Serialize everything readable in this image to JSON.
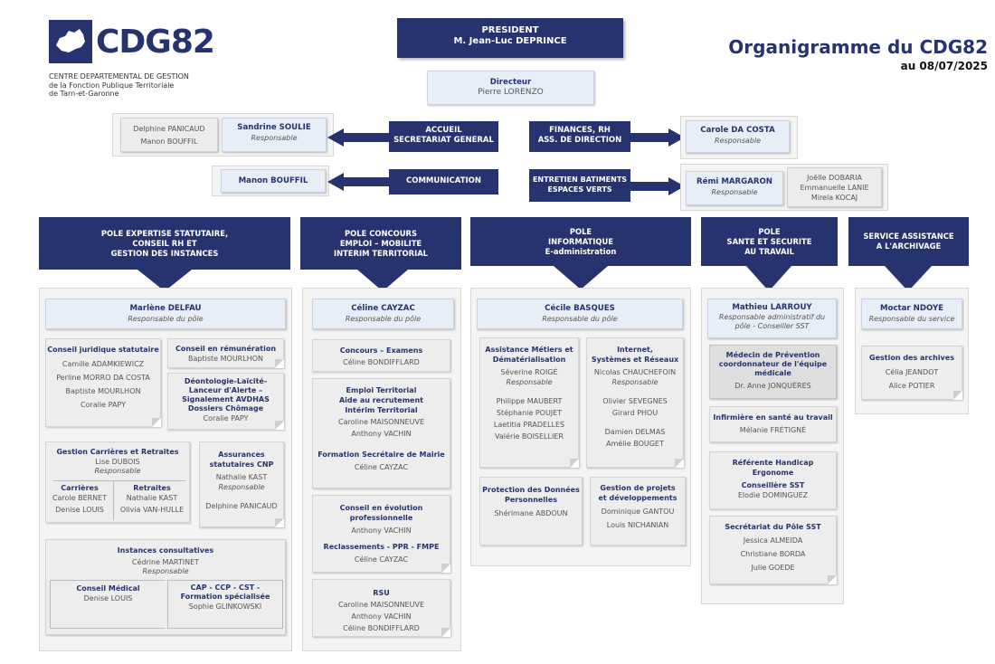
{
  "header": {
    "logo_text": "CDG82",
    "org_lines": [
      "CENTRE DEPARTEMENTAL DE GESTION",
      "de la Fonction Publique Territoriale",
      "de Tarn-et-Garonne"
    ],
    "title": "Organigramme du CDG82",
    "date": "au 08/07/2025"
  },
  "president": {
    "title": "PRESIDENT",
    "name": "M. Jean-Luc DEPRINCE"
  },
  "director": {
    "title": "Directeur",
    "name": "Pierre LORENZO"
  },
  "accueil": {
    "label_1": "ACCUEIL",
    "label_2": "SECRETARIAT GENERAL",
    "staff": [
      "Delphine PANICAUD",
      "Manon BOUFFIL"
    ],
    "lead_name": "Sandrine SOULIE",
    "lead_role": "Responsable"
  },
  "communication": {
    "label": "COMMUNICATION",
    "lead_name": "Manon BOUFFIL"
  },
  "finances": {
    "label_1": "FINANCES, RH",
    "label_2": "ASS. DE DIRECTION",
    "lead_name": "Carole DA COSTA",
    "lead_role": "Responsable"
  },
  "entretien": {
    "label_1": "ENTRETIEN BATIMENTS",
    "label_2": "ESPACES VERTS",
    "lead_name": "Rémi MARGARON",
    "lead_role": "Responsable",
    "staff": [
      "Joëlle DOBARIA",
      "Emmanuelle LANIE",
      "Mirela KOCAJ"
    ]
  },
  "poles": {
    "p1": {
      "header": [
        "POLE EXPERTISE STATUTAIRE,",
        "CONSEIL RH ET",
        "GESTION DES INSTANCES"
      ],
      "lead_name": "Marlène DELFAU",
      "lead_role": "Responsable du pôle",
      "conseil_juridique": {
        "title": "Conseil juridique statutaire",
        "staff": [
          "Camille ADAMKIEWICZ",
          "Perline MORRO DA COSTA",
          "Baptiste MOURLHON",
          "Coralie PAPY"
        ]
      },
      "remuneration": {
        "title": "Conseil en rémunération",
        "staff": [
          "Baptiste MOURLHON"
        ]
      },
      "deontologie": {
        "title_lines": [
          "Déontologie-Laïcité-",
          "Lanceur d'Alerte –",
          "Signalement AVDHAS",
          "Dossiers Chômage"
        ],
        "staff": [
          "Coralie PAPY"
        ]
      },
      "carrieres": {
        "title": "Gestion Carrières et Retraites",
        "lead": "Lise DUBOIS",
        "lead_role": "Responsable",
        "sub1_title": "Carrières",
        "sub1_staff": [
          "Carole BERNET",
          "Denise LOUIS"
        ],
        "sub2_title": "Retraites",
        "sub2_staff": [
          "Nathalie KAST",
          "Olivia VAN-HULLE"
        ]
      },
      "assurances": {
        "title_lines": [
          "Assurances",
          "statutaires CNP"
        ],
        "lead": "Nathalie KAST",
        "lead_role": "Responsable",
        "staff": [
          "Delphine PANICAUD"
        ]
      },
      "instances": {
        "title": "Instances consultatives",
        "lead": "Cédrine MARTINET",
        "lead_role": "Responsable",
        "sub1_title": "Conseil Médical",
        "sub1_staff": [
          "Denise LOUIS"
        ],
        "sub2_title_lines": [
          "CAP - CCP - CST -",
          "Formation spécialisée"
        ],
        "sub2_staff": [
          "Sophie GLINKOWSKI"
        ]
      }
    },
    "p2": {
      "header": [
        "POLE CONCOURS",
        "EMPLOI – MOBILITE",
        "INTERIM TERRITORIAL"
      ],
      "lead_name": "Céline CAYZAC",
      "lead_role": "Responsable du pôle",
      "concours": {
        "title": "Concours – Examens",
        "staff": [
          "Céline BONDIFFLARD"
        ]
      },
      "emploi": {
        "title_lines": [
          "Emploi Territorial",
          "Aide au recrutement",
          "Intérim Territorial"
        ],
        "staff": [
          "Caroline MAISONNEUVE",
          "Anthony VACHIN"
        ],
        "sub_title": "Formation Secrétaire de Mairie",
        "sub_staff": [
          "Céline CAYZAC"
        ]
      },
      "evolution": {
        "title_lines": [
          "Conseil en évolution",
          "professionnelle"
        ],
        "staff": [
          "Anthony VACHIN"
        ],
        "sub_title": "Reclassements - PPR - FMPE",
        "sub_staff": [
          "Céline CAYZAC"
        ]
      },
      "rsu": {
        "title": "RSU",
        "staff": [
          "Caroline MAISONNEUVE",
          "Anthony VACHIN",
          "Céline BONDIFFLARD"
        ]
      }
    },
    "p3": {
      "header": [
        "POLE",
        "INFORMATIQUE",
        "E-administration"
      ],
      "lead_name": "Cécile BASQUES",
      "lead_role": "Responsable du pôle",
      "assistance": {
        "title_lines": [
          "Assistance Métiers et",
          "Dématérialisation"
        ],
        "lead": "Séverine ROIGÉ",
        "lead_role": "Responsable",
        "staff": [
          "Philippe MAUBERT",
          "Stéphanie POUJET",
          "Laetitia PRADELLES",
          "Valérie BOISELLIER"
        ]
      },
      "internet": {
        "title_lines": [
          "Internet,",
          "Systèmes et Réseaux"
        ],
        "lead": "Nicolas CHAUCHEFOIN",
        "lead_role": "Responsable",
        "staff_a": [
          "Olivier SEVEGNES",
          "Girard PHOU"
        ],
        "staff_b": [
          "Damien DELMAS",
          "Amélie BOUGET"
        ]
      },
      "protection": {
        "title_lines": [
          "Protection des Données",
          "Personnelles"
        ],
        "staff": [
          "Shérimane ABDOUN"
        ]
      },
      "projets": {
        "title_lines": [
          "Gestion de projets",
          "et développements"
        ],
        "staff": [
          "Dominique GANTOU",
          "Louis NICHANIAN"
        ]
      }
    },
    "p4": {
      "header": [
        "POLE",
        "SANTE ET SECURITE",
        "AU TRAVAIL"
      ],
      "lead_name": "Mathieu LARROUY",
      "lead_role_lines": [
        "Responsable administratif du",
        "pôle - Conseiller SST"
      ],
      "medecin": {
        "title_lines": [
          "Médecin de Prévention",
          "coordonnateur de l'équipe",
          "médicale"
        ],
        "staff": [
          "Dr. Anne JONQUÈRES"
        ]
      },
      "infirmiere": {
        "title": "Infirmière en santé au travail",
        "staff": [
          "Mélanie FRÉTIGNÉ"
        ]
      },
      "handicap": {
        "title_lines": [
          "Référente Handicap",
          "Ergonome",
          "Conseillère SST"
        ],
        "staff": [
          "Elodie DOMINGUEZ"
        ]
      },
      "secretariat": {
        "title": "Secrétariat du Pôle SST",
        "staff": [
          "Jessica ALMEIDA",
          "Christiane BORDA",
          "Julie GOEDE"
        ]
      }
    },
    "p5": {
      "header": [
        "SERVICE ASSISTANCE",
        "A L'ARCHIVAGE"
      ],
      "lead_name": "Moctar NDOYE",
      "lead_role": "Responsable du service",
      "archives": {
        "title": "Gestion des archives",
        "staff": [
          "Célia JEANDOT",
          "Alice POTIER"
        ]
      }
    }
  },
  "colors": {
    "navy": "#26336e",
    "light_blue": "#e8eef7",
    "grey_card": "#ededed",
    "panel": "#f4f4f4"
  }
}
